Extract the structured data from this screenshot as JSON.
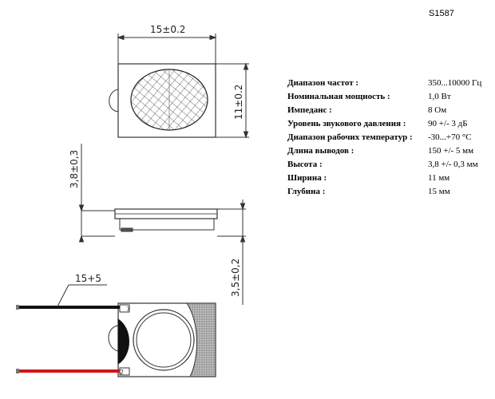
{
  "part_code": "S1587",
  "dimensions": {
    "width": "15±0.2",
    "height": "11±0.2",
    "depth": "3,8±0,3",
    "pin_offset": "3,5±0,2",
    "lead_length": "15+5"
  },
  "specs": [
    {
      "label": "Диапазон частот :",
      "value": "350...10000 Гц"
    },
    {
      "label": "Номинальная мощность :",
      "value": "1,0 Вт"
    },
    {
      "label": "Импеданс :",
      "value": "8 Ом"
    },
    {
      "label": "Уровень звукового давления :",
      "value": "90 +/- 3 дБ"
    },
    {
      "label": "Диапазон рабочих температур :",
      "value": "-30...+70 °С"
    },
    {
      "label": "Длина выводов :",
      "value": "150 +/- 5 мм"
    },
    {
      "label": "Высота :",
      "value": "3,8 +/- 0,3 мм"
    },
    {
      "label": "Ширина :",
      "value": "11 мм"
    },
    {
      "label": "Глубина :",
      "value": "15 мм"
    }
  ],
  "colors": {
    "wire_black": "#111111",
    "wire_red": "#d01818",
    "line": "#333333"
  }
}
